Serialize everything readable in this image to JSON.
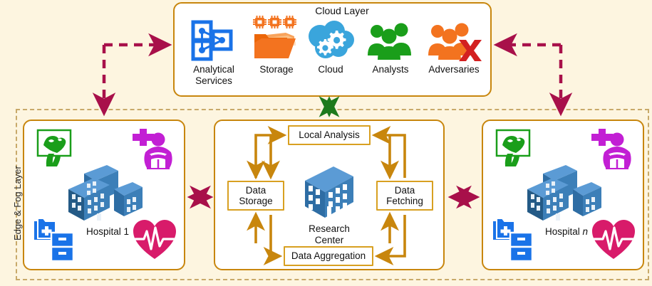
{
  "colors": {
    "background": "#fdf5e0",
    "panel_border": "#c8860d",
    "edge_fog_border": "#c8a96a",
    "flow_box_border": "#d8a021",
    "flow_arrow": "#c8860d",
    "crimson_arrow": "#a8104a",
    "green_arrow": "#1d7a1d",
    "hospital_blue": "#2e6da4",
    "icon_orange": "#f3731f",
    "icon_green": "#1a9e1a",
    "icon_purple": "#c21fd4",
    "icon_pink": "#d81b6a",
    "icon_blue": "#1a73e8",
    "icon_cloud_blue": "#3aa5dc",
    "icon_red_x": "#d32020"
  },
  "cloud_layer": {
    "title": "Cloud Layer",
    "items": [
      {
        "label": "Analytical\nServices",
        "icon": "analytical-services-icon"
      },
      {
        "label": "Storage",
        "icon": "storage-icon"
      },
      {
        "label": "Cloud",
        "icon": "cloud-icon"
      },
      {
        "label": "Analysts",
        "icon": "analysts-icon"
      },
      {
        "label": "Adversaries",
        "icon": "adversaries-icon"
      }
    ]
  },
  "edge_fog_layer": {
    "label": "Edge & Fog Layer"
  },
  "hospitals": [
    {
      "label": "Hospital 1",
      "label_plain": "Hospital ",
      "label_italic": "",
      "icons": [
        "ultrasound-scan-icon",
        "nurse-icon",
        "medical-records-cabinet-icon",
        "heartbeat-icon"
      ]
    },
    {
      "label": "Hospital n",
      "label_plain": "Hospital ",
      "label_italic": "n",
      "icons": [
        "ultrasound-scan-icon",
        "nurse-icon",
        "medical-records-cabinet-icon",
        "heartbeat-icon"
      ]
    }
  ],
  "research_center": {
    "label": "Research\nCenter",
    "boxes": {
      "top": "Local Analysis",
      "left": "Data\nStorage",
      "right": "Data\nFetching",
      "bottom": "Data Aggregation"
    }
  },
  "chart_data": {
    "type": "diagram",
    "title": "Cloud / Edge & Fog healthcare data architecture",
    "nodes": [
      {
        "id": "cloud_layer",
        "label": "Cloud Layer",
        "layer": "cloud"
      },
      {
        "id": "analytical_services",
        "label": "Analytical Services",
        "layer": "cloud"
      },
      {
        "id": "storage",
        "label": "Storage",
        "layer": "cloud"
      },
      {
        "id": "cloud",
        "label": "Cloud",
        "layer": "cloud"
      },
      {
        "id": "analysts",
        "label": "Analysts",
        "layer": "cloud"
      },
      {
        "id": "adversaries",
        "label": "Adversaries",
        "layer": "cloud"
      },
      {
        "id": "hospital_1",
        "label": "Hospital 1",
        "layer": "edge_fog"
      },
      {
        "id": "hospital_n",
        "label": "Hospital n",
        "layer": "edge_fog"
      },
      {
        "id": "research_center",
        "label": "Research Center",
        "layer": "edge_fog"
      },
      {
        "id": "local_analysis",
        "label": "Local Analysis",
        "layer": "edge_fog"
      },
      {
        "id": "data_storage",
        "label": "Data Storage",
        "layer": "edge_fog"
      },
      {
        "id": "data_fetching",
        "label": "Data Fetching",
        "layer": "edge_fog"
      },
      {
        "id": "data_aggregation",
        "label": "Data Aggregation",
        "layer": "edge_fog"
      }
    ],
    "edges": [
      {
        "from": "cloud_layer",
        "to": "hospital_1",
        "style": "dashed",
        "direction": "one-way",
        "color": "#a8104a"
      },
      {
        "from": "cloud_layer",
        "to": "hospital_n",
        "style": "dashed",
        "direction": "one-way",
        "color": "#a8104a"
      },
      {
        "from": "cloud_layer",
        "to": "research_center",
        "style": "solid",
        "direction": "two-way",
        "color": "#1d7a1d"
      },
      {
        "from": "hospital_1",
        "to": "research_center",
        "style": "solid",
        "direction": "two-way",
        "color": "#a8104a"
      },
      {
        "from": "research_center",
        "to": "hospital_n",
        "style": "solid",
        "direction": "two-way",
        "color": "#a8104a"
      },
      {
        "from": "data_storage",
        "to": "local_analysis",
        "style": "solid",
        "direction": "one-way",
        "color": "#c8860d"
      },
      {
        "from": "local_analysis",
        "to": "data_storage",
        "style": "solid",
        "direction": "one-way",
        "color": "#c8860d"
      },
      {
        "from": "data_fetching",
        "to": "local_analysis",
        "style": "solid",
        "direction": "one-way",
        "color": "#c8860d"
      },
      {
        "from": "data_aggregation",
        "to": "data_fetching",
        "style": "solid",
        "direction": "one-way",
        "color": "#c8860d"
      },
      {
        "from": "data_aggregation",
        "to": "data_storage",
        "style": "solid",
        "direction": "one-way",
        "color": "#c8860d"
      },
      {
        "from": "data_fetching",
        "to": "data_aggregation",
        "style": "solid",
        "direction": "one-way",
        "color": "#c8860d"
      }
    ]
  }
}
